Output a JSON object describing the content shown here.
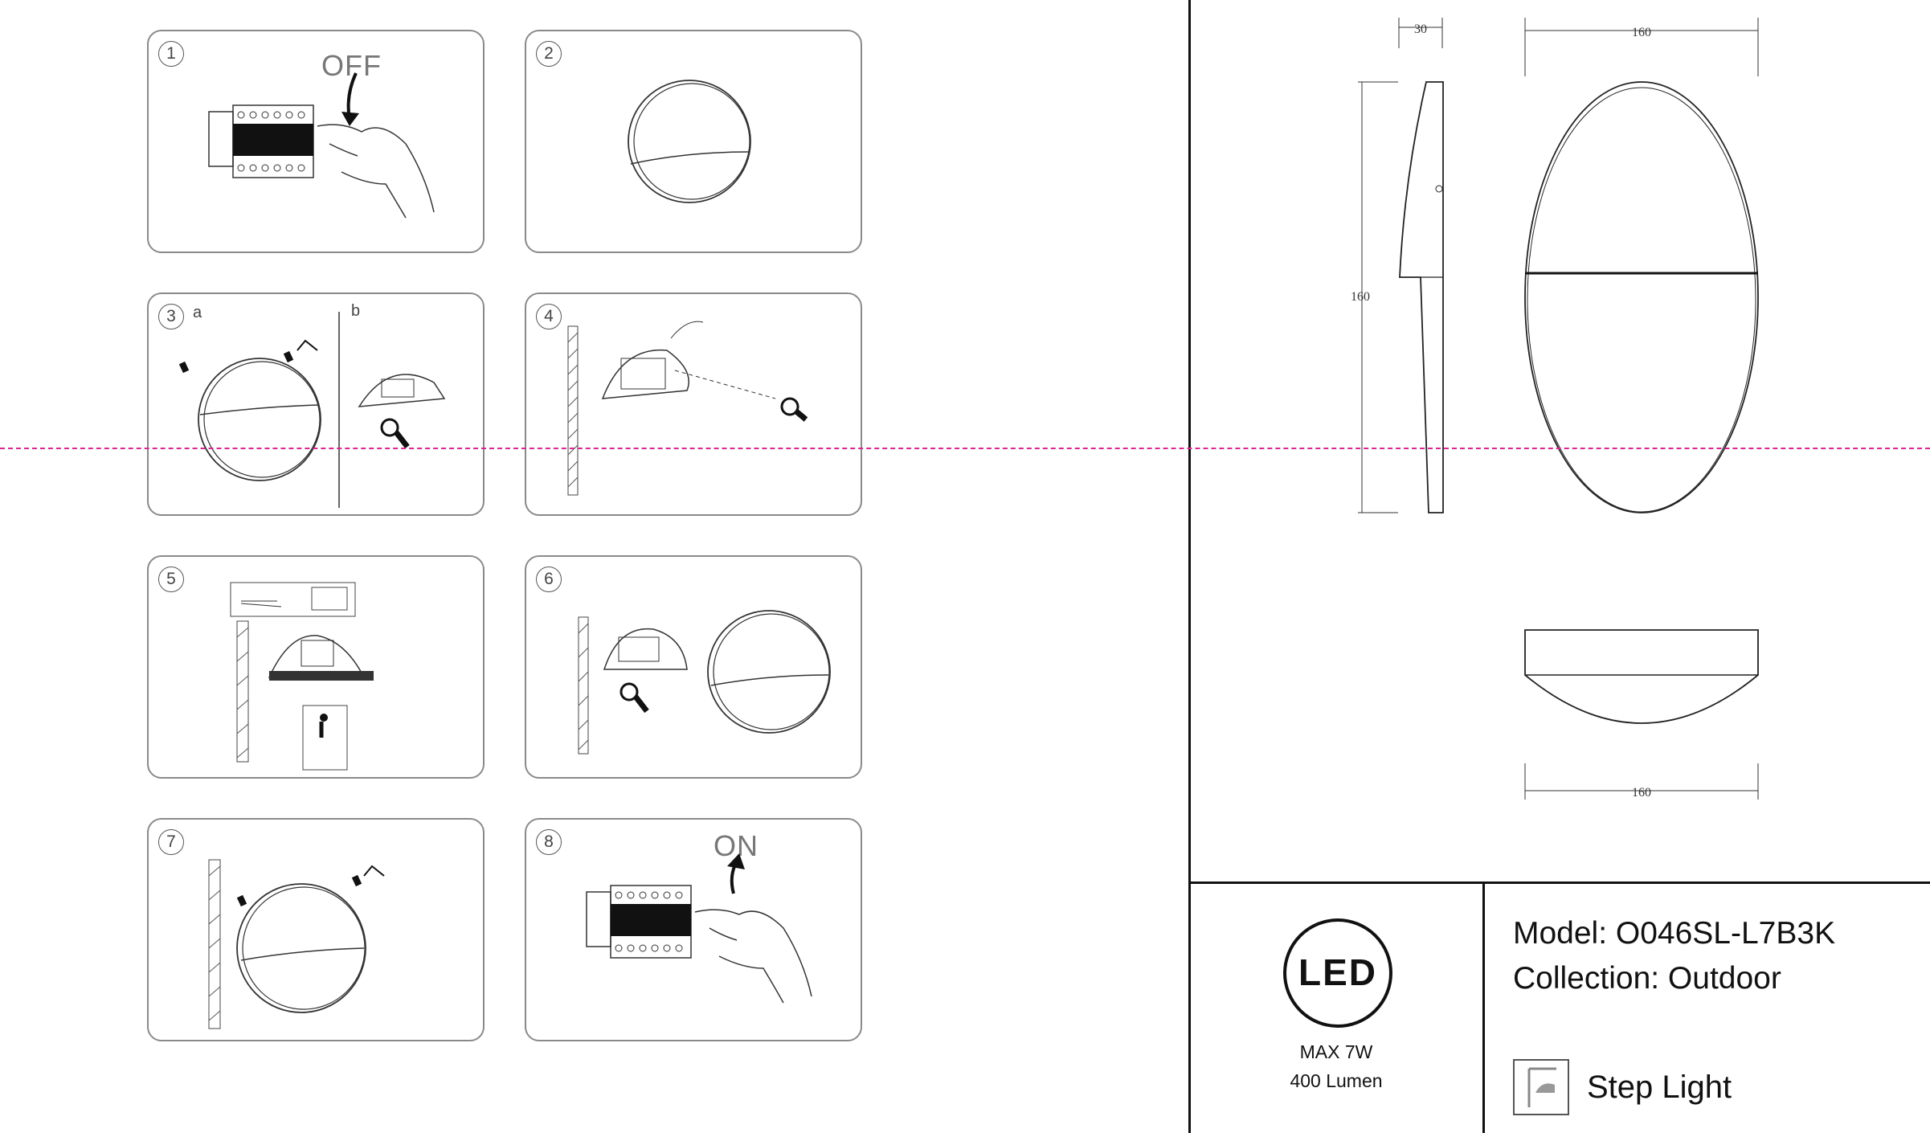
{
  "steps": [
    {
      "number": "1",
      "word": "OFF"
    },
    {
      "number": "2"
    },
    {
      "number": "3",
      "sub_a": "a",
      "sub_b": "b"
    },
    {
      "number": "4"
    },
    {
      "number": "5"
    },
    {
      "number": "6"
    },
    {
      "number": "7"
    },
    {
      "number": "8",
      "word": "ON"
    }
  ],
  "drawing": {
    "side_depth": "30",
    "side_height": "160",
    "front_width": "160",
    "bottom_width": "160"
  },
  "badge": {
    "led": "LED",
    "max_power": "MAX 7W",
    "lumen": "400 Lumen"
  },
  "product": {
    "model": "Model: O046SL-L7B3K",
    "collection": "Collection: Outdoor",
    "type_icon": "step-light-icon",
    "type_label": "Step Light"
  },
  "colors": {
    "guide_dash": "#d6278a",
    "line": "#111111"
  }
}
